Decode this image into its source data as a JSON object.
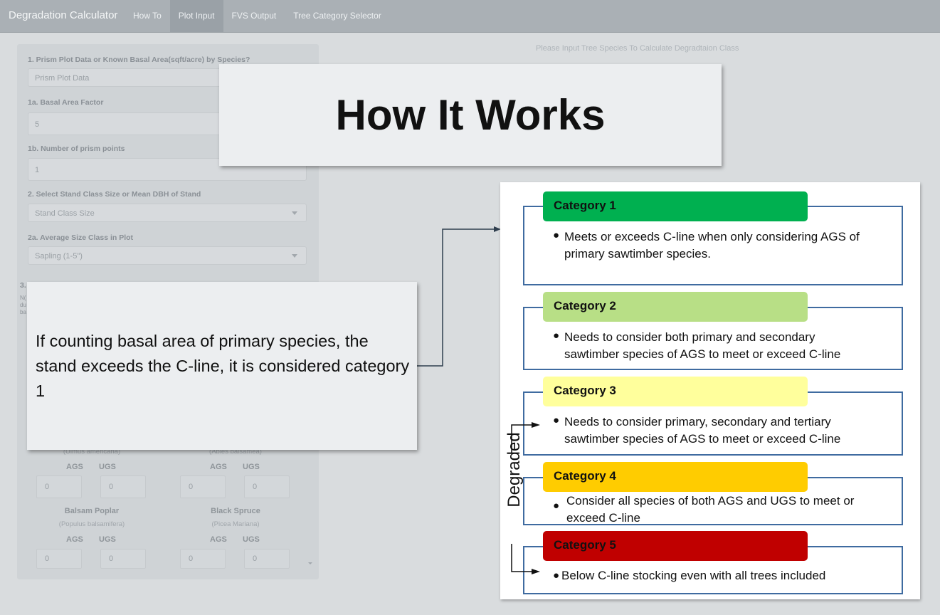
{
  "nav": {
    "brand": "Degradation Calculator",
    "tabs": [
      {
        "label": "How To",
        "active": false
      },
      {
        "label": "Plot Input",
        "active": true
      },
      {
        "label": "FVS Output",
        "active": false
      },
      {
        "label": "Tree Category Selector",
        "active": false
      }
    ]
  },
  "form": {
    "q1_label": "1. Prism Plot Data or Known Basal Area(sqft/acre) by Species?",
    "q1_value": "Prism Plot Data",
    "q1a_label": "1a. Basal Area Factor",
    "q1a_value": "5",
    "q1b_label": "1b. Number of prism points",
    "q1b_value": "1",
    "q2_label": "2. Select Stand Class Size or Mean DBH of Stand",
    "q2_value": "Stand Class Size",
    "q2a_label": "2a. Average Size Class in Plot",
    "q2a_value": "Sapling (1-5\")",
    "q3_fragment": "3.",
    "note_fragments": [
      "N(",
      "du",
      "ba"
    ]
  },
  "species": {
    "partial_latin_left": "(Ulmus americana)",
    "partial_latin_right": "(Abies balsamea)",
    "col_ags": "AGS",
    "col_ugs": "UGS",
    "row1_values": [
      "0",
      "0",
      "0",
      "0"
    ],
    "balsam_poplar": "Balsam Poplar",
    "balsam_poplar_latin": "(Populus balsamifera)",
    "black_spruce": "Black Spruce",
    "black_spruce_latin": "(Picea Mariana)",
    "row2_values": [
      "0",
      "0",
      "0",
      "0"
    ]
  },
  "output_hint": "Please Input Tree Species To Calculate Degradtaion Class",
  "overlay": {
    "title": "How It Works",
    "note": "If counting basal area of primary species, the stand exceeds the C-line, it is considered category 1",
    "degraded_label": "Degraded"
  },
  "categories": [
    {
      "name": "Category 1",
      "color": "#00b050",
      "text_color": "#111111",
      "desc_lines": [
        "Meets or exceeds C-line when only considering AGS of",
        "primary sawtimber species."
      ]
    },
    {
      "name": "Category 2",
      "color": "#b8df86",
      "text_color": "#111111",
      "desc_lines": [
        "Needs to consider both primary and secondary",
        "sawtimber species of AGS to meet or exceed C-line"
      ]
    },
    {
      "name": "Category 3",
      "color": "#ffff9c",
      "text_color": "#111111",
      "desc_lines": [
        "Needs to consider primary, secondary and tertiary",
        "sawtimber species of AGS to meet or exceed C-line"
      ]
    },
    {
      "name": "Category 4",
      "color": "#ffcc00",
      "text_color": "#111111",
      "desc_lines": [
        "Consider all species of both AGS and UGS to meet or",
        "exceed C-line"
      ]
    },
    {
      "name": "Category 5",
      "color": "#c00000",
      "text_color": "#111111",
      "desc_lines": [
        "Below C-line stocking even with all trees included"
      ]
    }
  ]
}
